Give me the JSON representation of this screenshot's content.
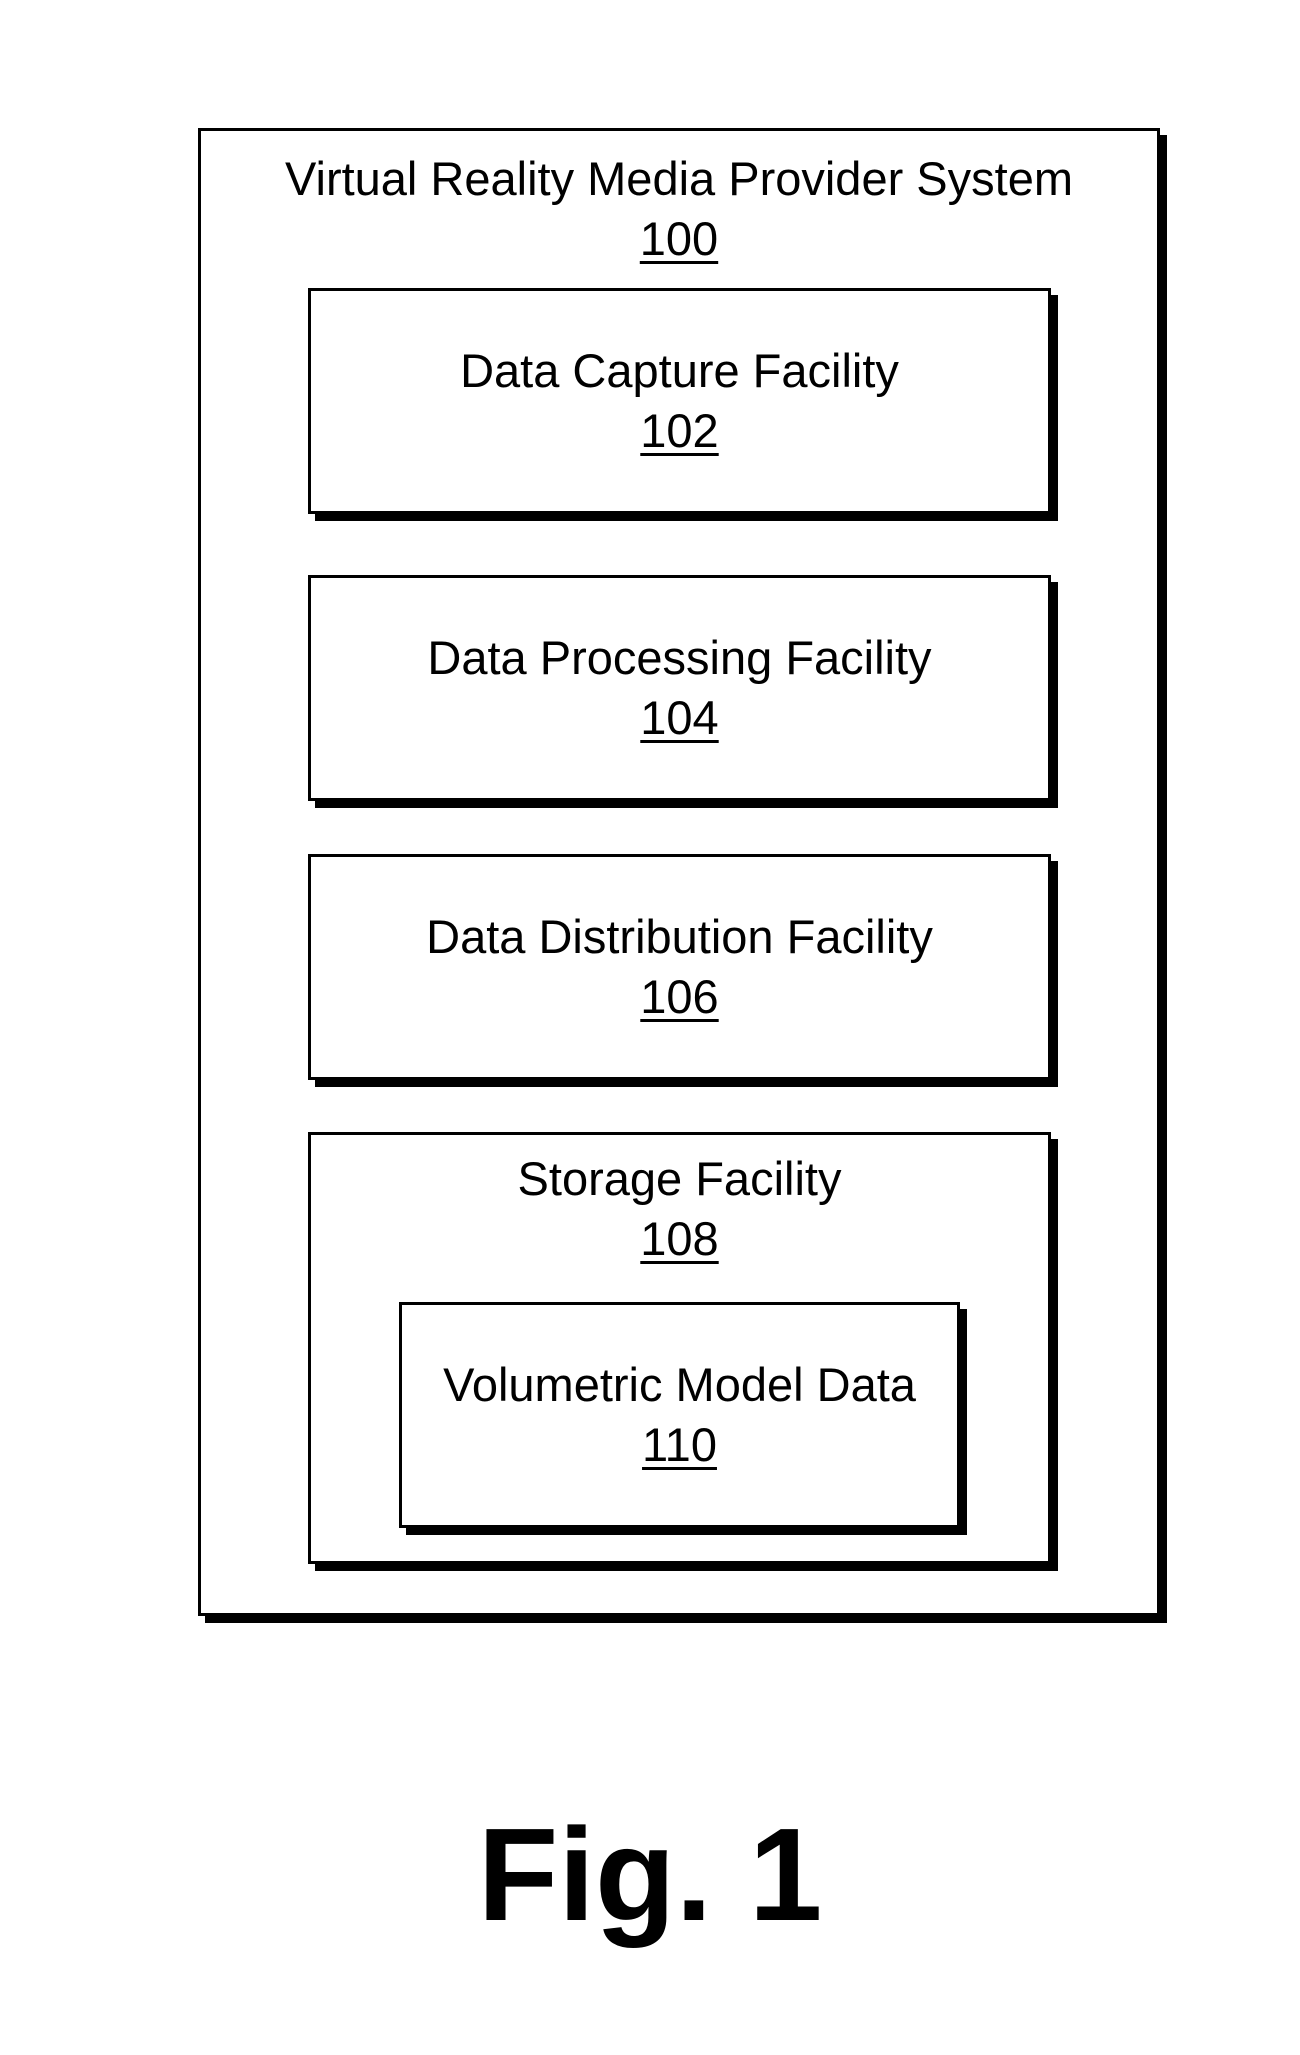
{
  "system": {
    "title": "Virtual Reality Media Provider System",
    "ref": "100"
  },
  "facilities": [
    {
      "title": "Data Capture Facility",
      "ref": "102"
    },
    {
      "title": "Data Processing Facility",
      "ref": "104"
    },
    {
      "title": "Data Distribution Facility",
      "ref": "106"
    },
    {
      "title": "Storage Facility",
      "ref": "108"
    }
  ],
  "storage_content": {
    "title": "Volumetric Model Data",
    "ref": "110"
  },
  "figure": {
    "label": "Fig. 1"
  }
}
